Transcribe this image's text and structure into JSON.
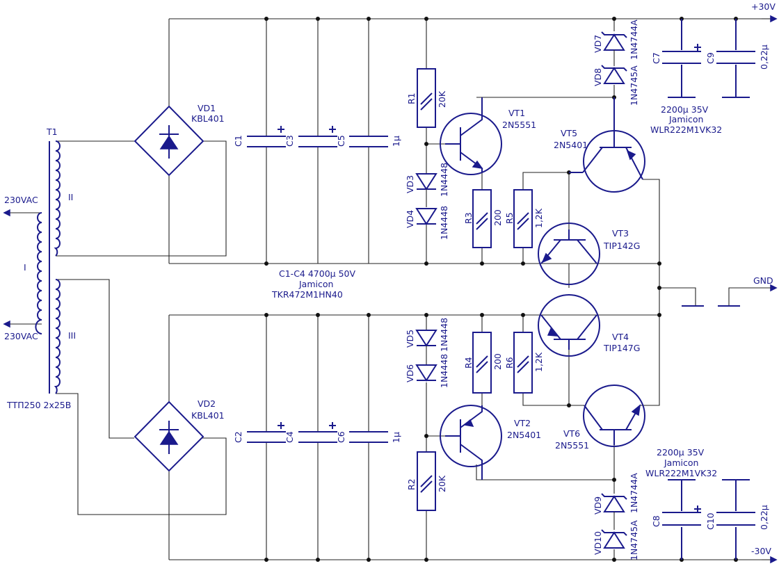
{
  "rails": {
    "pos": "+30V",
    "neg": "-30V",
    "gnd": "GND"
  },
  "transformer": {
    "ref": "T1",
    "primary_label": "I",
    "secondary_upper": "II",
    "secondary_lower": "III",
    "input_top": "230VAC",
    "input_bottom": "230VAC",
    "part": "ТТП250 2x25В"
  },
  "bridges": {
    "vd1": {
      "ref": "VD1",
      "part": "KBL401"
    },
    "vd2": {
      "ref": "VD2",
      "part": "KBL401"
    }
  },
  "filter_caps": {
    "c1": "C1",
    "c2": "C2",
    "c3": "C3",
    "c4": "C4",
    "c5": "C5",
    "c6": "C6",
    "c5_value": "1µ",
    "c6_value": "1µ",
    "note_line1": "C1-C4 4700µ 50V",
    "note_line2": "Jamicon",
    "note_line3": "TKR472M1HN40"
  },
  "resistors": {
    "r1": {
      "ref": "R1",
      "value": "20K"
    },
    "r2": {
      "ref": "R2",
      "value": "20K"
    },
    "r3": {
      "ref": "R3",
      "value": "200"
    },
    "r4": {
      "ref": "R4",
      "value": "200"
    },
    "r5": {
      "ref": "R5",
      "value": "1,2K"
    },
    "r6": {
      "ref": "R6",
      "value": "1,2K"
    }
  },
  "diodes": {
    "vd3": {
      "ref": "VD3",
      "part": "1N4448"
    },
    "vd4": {
      "ref": "VD4",
      "part": "1N4448"
    },
    "vd5": {
      "ref": "VD5",
      "part": "1N4448"
    },
    "vd6": {
      "ref": "VD6",
      "part": "1N4448"
    },
    "vd7": {
      "ref": "VD7",
      "part": "1N4744A"
    },
    "vd8": {
      "ref": "VD8",
      "part": "1N4745A"
    },
    "vd9": {
      "ref": "VD9",
      "part": "1N4744A"
    },
    "vd10": {
      "ref": "VD10",
      "part": "1N4745A"
    }
  },
  "transistors": {
    "vt1": {
      "ref": "VT1",
      "part": "2N5551"
    },
    "vt2": {
      "ref": "VT2",
      "part": "2N5401"
    },
    "vt3": {
      "ref": "VT3",
      "part": "TIP142G"
    },
    "vt4": {
      "ref": "VT4",
      "part": "TIP147G"
    },
    "vt5": {
      "ref": "VT5",
      "part": "2N5401"
    },
    "vt6": {
      "ref": "VT6",
      "part": "2N5551"
    }
  },
  "output_caps": {
    "c7": "C7",
    "c8": "C8",
    "c9": "C9",
    "c10": "C10",
    "c9_value": "0,22µ",
    "c10_value": "0,22µ",
    "top_line1": "2200µ 35V",
    "top_line2": "Jamicon",
    "top_line3": "WLR222M1VK32",
    "bot_line1": "2200µ 35V",
    "bot_line2": "Jamicon",
    "bot_line3": "WLR222M1VK32"
  },
  "colors": {
    "component": "#1a1a8c",
    "wire": "#222222"
  }
}
